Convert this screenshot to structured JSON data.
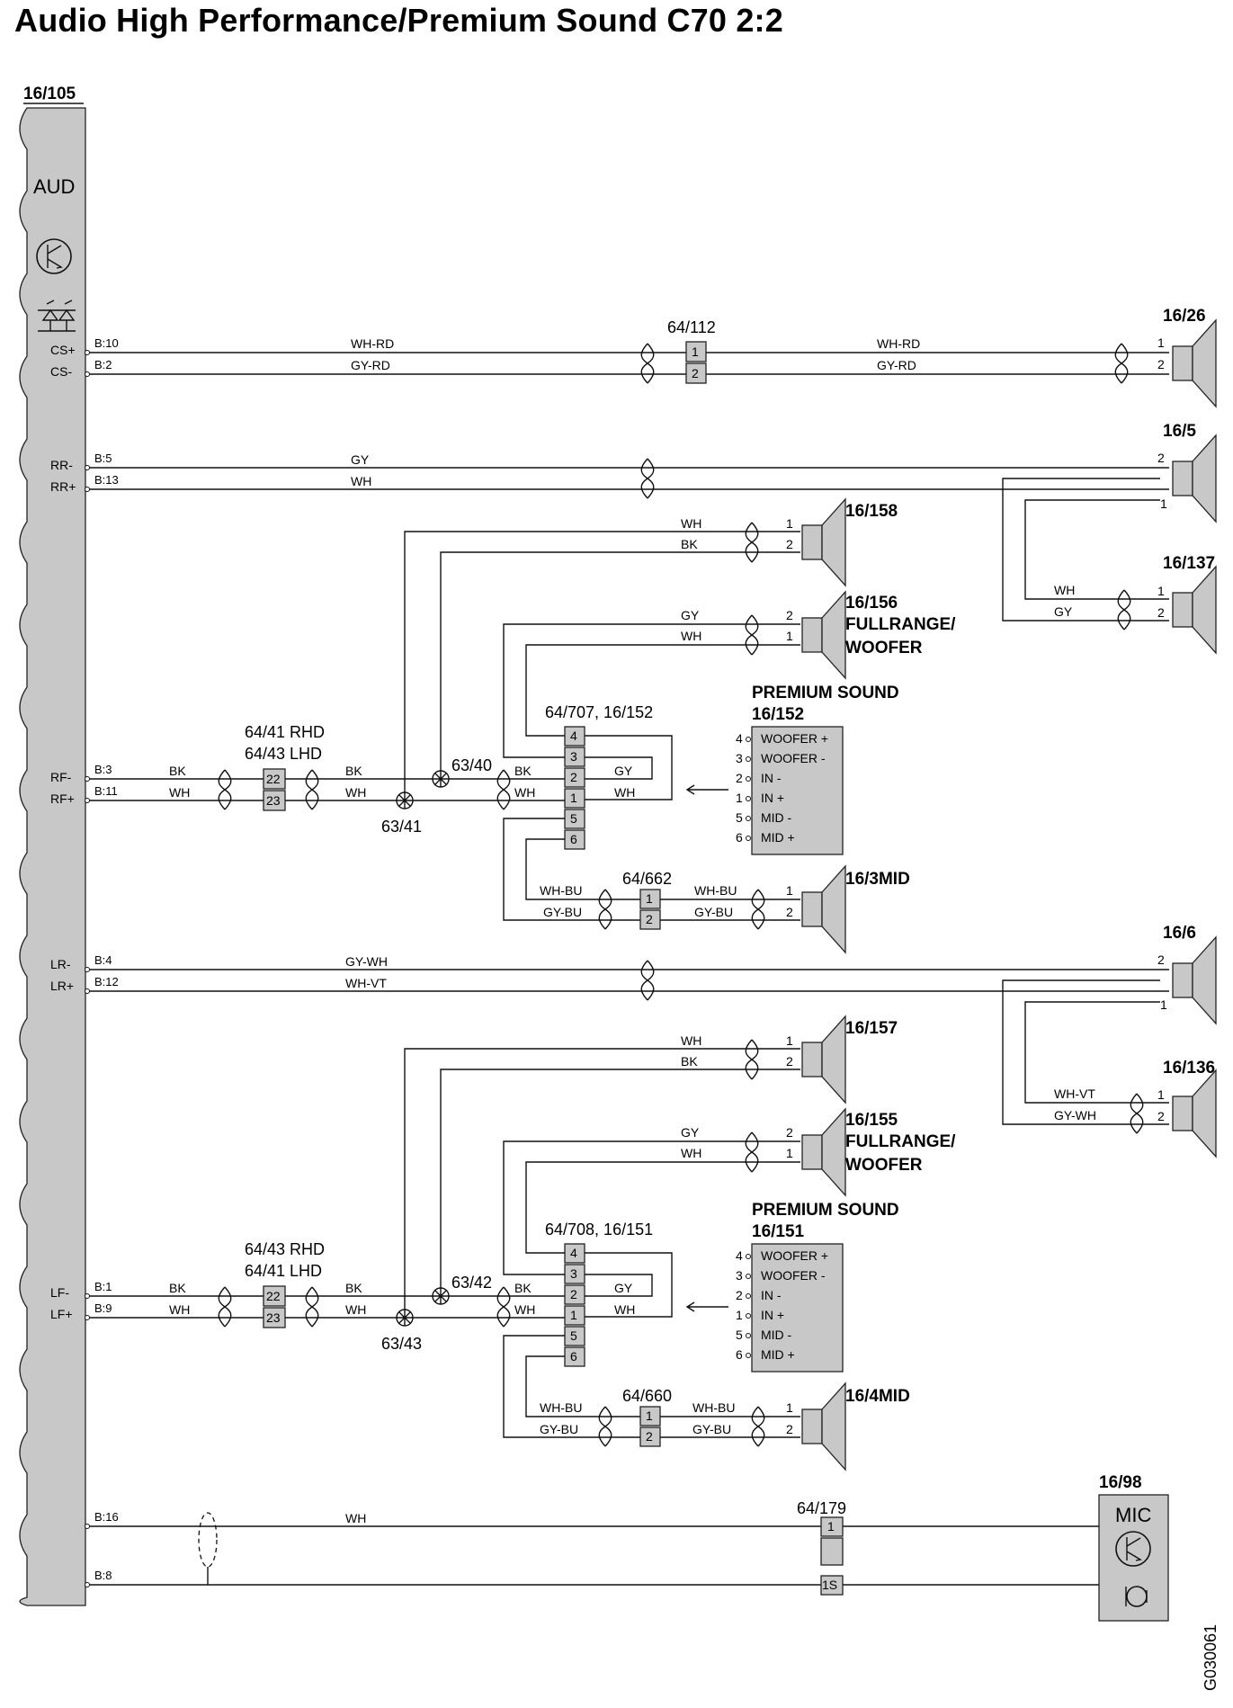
{
  "title": "Audio High Performance/Premium Sound C70 2:2",
  "figure_code": "G030061",
  "module": {
    "ref": "16/105",
    "name": "AUD"
  },
  "pins": {
    "cs_plus": "CS+",
    "cs_minus": "CS-",
    "rr_minus": "RR-",
    "rr_plus": "RR+",
    "rf_minus": "RF-",
    "rf_plus": "RF+",
    "lr_minus": "LR-",
    "lr_plus": "LR+",
    "lf_minus": "LF-",
    "lf_plus": "LF+"
  },
  "pin_numbers": {
    "b10": "B:10",
    "b2": "B:2",
    "b5": "B:5",
    "b13": "B:13",
    "b3": "B:3",
    "b11": "B:11",
    "b4": "B:4",
    "b12": "B:12",
    "b1": "B:1",
    "b9": "B:9",
    "b16": "B:16",
    "b8": "B:8"
  },
  "wires": {
    "wh_rd": "WH-RD",
    "gy_rd": "GY-RD",
    "gy": "GY",
    "wh": "WH",
    "bk": "BK",
    "wh_bu": "WH-BU",
    "gy_bu": "GY-BU",
    "gy_wh": "GY-WH",
    "wh_vt": "WH-VT"
  },
  "numbers": {
    "n1": "1",
    "n2": "2",
    "n3": "3",
    "n4": "4",
    "n5": "5",
    "n6": "6",
    "n22": "22",
    "n23": "23",
    "n1s": "1S"
  },
  "connectors": {
    "c64_112": "64/112",
    "c64_41_rhd": "64/41 RHD",
    "c64_43_lhd": "64/43 LHD",
    "c64_43_rhd": "64/43 RHD",
    "c64_41_lhd": "64/41 LHD",
    "c64_707": "64/707, 16/152",
    "c64_708": "64/708, 16/151",
    "c64_662": "64/662",
    "c64_660": "64/660",
    "c64_179": "64/179"
  },
  "splices": {
    "s63_40": "63/40",
    "s63_41": "63/41",
    "s63_42": "63/42",
    "s63_43": "63/43"
  },
  "speakers": {
    "s16_26": "16/26",
    "s16_5": "16/5",
    "s16_158": "16/158",
    "s16_137": "16/137",
    "s16_156": "16/156",
    "s16_3mid": "16/3MID",
    "s16_6": "16/6",
    "s16_157": "16/157",
    "s16_136": "16/136",
    "s16_155": "16/155",
    "s16_4mid": "16/4MID",
    "fullrange": "FULLRANGE/",
    "woofer": "WOOFER"
  },
  "premium": {
    "title": "PREMIUM SOUND",
    "ref_a": "16/152",
    "ref_b": "16/151",
    "rows": [
      "WOOFER +",
      "WOOFER -",
      "IN -",
      "IN +",
      "MID -",
      "MID +"
    ],
    "pins": [
      "4",
      "3",
      "2",
      "1",
      "5",
      "6"
    ]
  },
  "mic": {
    "ref": "16/98",
    "label": "MIC"
  }
}
